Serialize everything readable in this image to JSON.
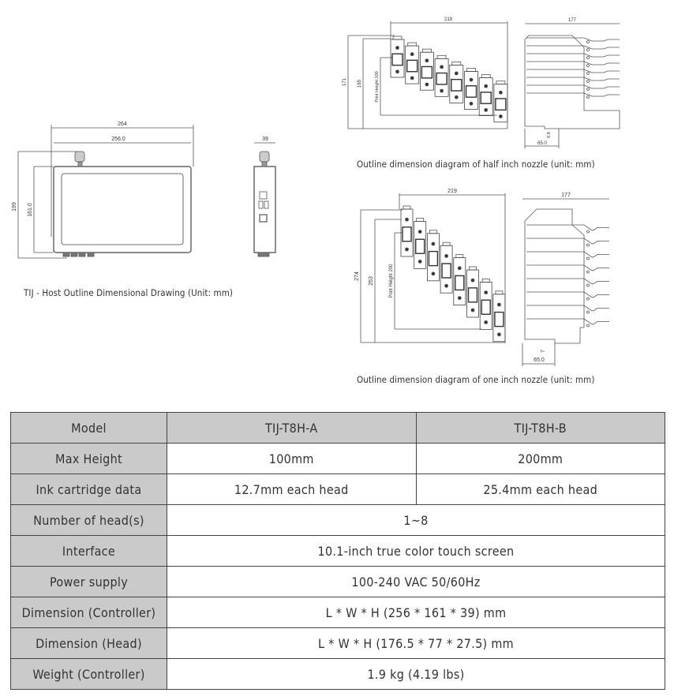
{
  "host_drawing": {
    "caption": "TIJ - Host Outline Dimensional Drawing (Unit: mm)",
    "dims": {
      "overall_width": "264",
      "screen_width": "256.0",
      "overall_height": "199",
      "screen_height": "161.0",
      "depth": "39"
    }
  },
  "half_inch_drawing": {
    "caption": "Outline dimension diagram of half inch nozzle (unit: mm)",
    "dims": {
      "width": "219",
      "height_total": "171",
      "height_inner": "165",
      "print_height": "Print Height 100",
      "side_width": "177",
      "offset": "6.8",
      "base": "65.0"
    }
  },
  "one_inch_drawing": {
    "caption": "Outline dimension diagram of one inch nozzle (unit: mm)",
    "dims": {
      "width": "219",
      "height_total": "274",
      "height_inner": "253",
      "print_height": "Print Height 200",
      "side_width": "177",
      "offset": "7",
      "base": "65.0"
    }
  },
  "spec_table": {
    "header": {
      "label": "Model",
      "a": "TIJ-T8H-A",
      "b": "TIJ-T8H-B"
    },
    "max_height": {
      "label": "Max Height",
      "a": "100mm",
      "b": "200mm"
    },
    "ink": {
      "label": "Ink cartridge data",
      "a": "12.7mm each head",
      "b": "25.4mm each head"
    },
    "heads": {
      "label": "Number of head(s)",
      "value": "1~8"
    },
    "interface": {
      "label": "Interface",
      "value": "10.1-inch true color touch screen"
    },
    "power": {
      "label": "Power supply",
      "value": "100-240 VAC 50/60Hz"
    },
    "dim_controller": {
      "label": "Dimension (Controller)",
      "value": "L * W * H (256 * 161 * 39) mm"
    },
    "dim_head": {
      "label": "Dimension (Head)",
      "value": "L * W * H (176.5 * 77 * 27.5) mm"
    },
    "weight": {
      "label": "Weight (Controller)",
      "value": "1.9 kg (4.19 lbs)"
    }
  }
}
